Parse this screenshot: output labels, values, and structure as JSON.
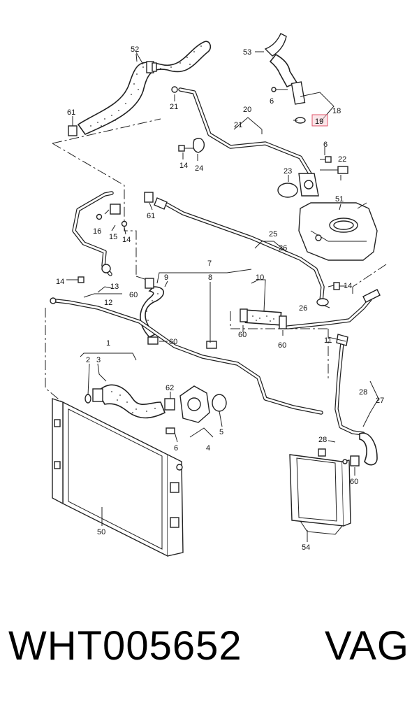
{
  "callouts": [
    "52",
    "53",
    "61",
    "21",
    "6",
    "18",
    "20",
    "21",
    "19",
    "14",
    "24",
    "6",
    "22",
    "23",
    "61",
    "51",
    "16",
    "15",
    "14",
    "25",
    "26",
    "14",
    "7",
    "9",
    "8",
    "10",
    "14",
    "60",
    "13",
    "12",
    "26",
    "60",
    "60",
    "60",
    "11",
    "1",
    "2",
    "3",
    "62",
    "28",
    "27",
    "6",
    "5",
    "4",
    "28",
    "60",
    "50",
    "54"
  ],
  "highlighted_callout": "19",
  "highlight_color": "#e0546a",
  "footer": {
    "part_number": "WHT005652",
    "brand": "VAG"
  }
}
